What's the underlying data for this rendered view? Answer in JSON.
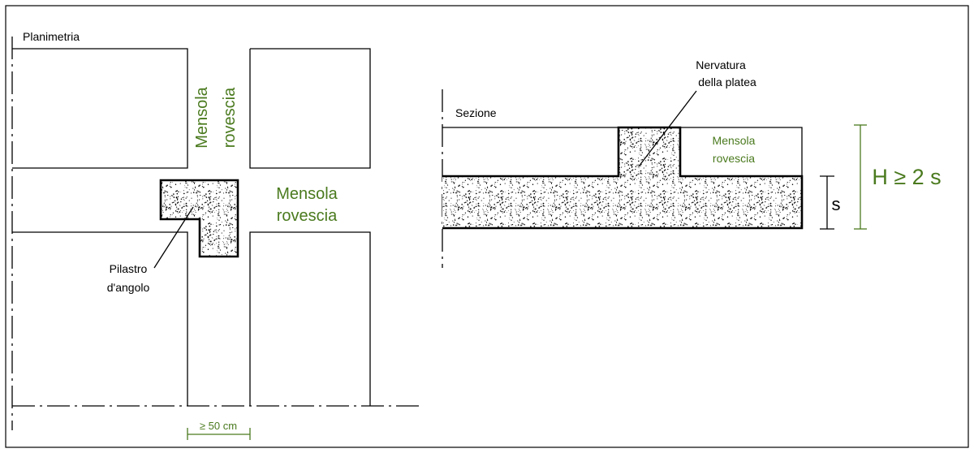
{
  "plan": {
    "title": "Planimetria",
    "mensola_vertical": [
      "Mensola",
      "rovescia"
    ],
    "mensola_horizontal": [
      "Mensola",
      "rovescia"
    ],
    "pilastro": [
      "Pilastro",
      "d'angolo"
    ],
    "width_dimension": "≥ 50 cm"
  },
  "section": {
    "title": "Sezione",
    "nervatura": [
      "Nervatura",
      "della platea"
    ],
    "mensola": [
      "Mensola",
      "rovescia"
    ],
    "thickness_label": "s",
    "height_label": "H ≥ 2 s"
  },
  "colors": {
    "annotation_green": "#4a7a1e",
    "outline": "#000000"
  }
}
